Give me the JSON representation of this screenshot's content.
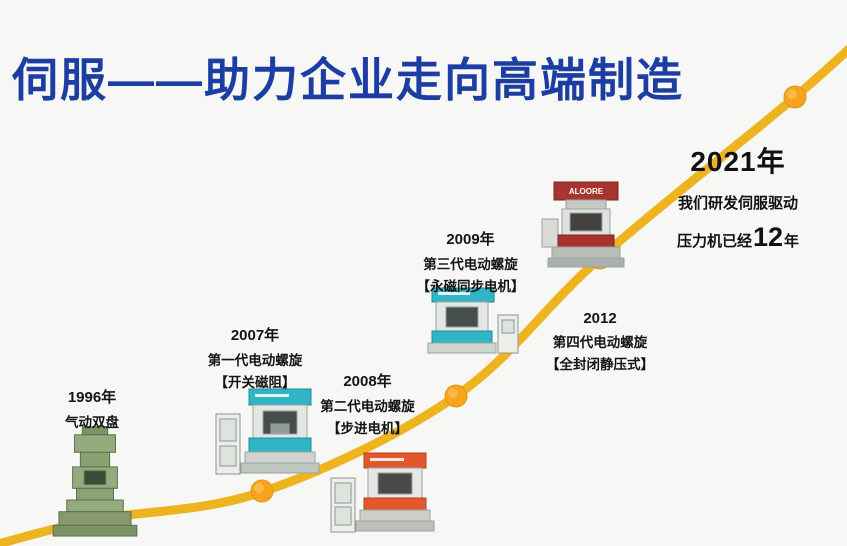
{
  "title": "伺服——助力企业走向高端制造",
  "colors": {
    "title_blue": "#1c3ea3",
    "curve_gold": "#edb41f",
    "dot_orange": "#f6a41d"
  },
  "milestones": [
    {
      "year": "1996年",
      "line1": "气动双盘",
      "line2": ""
    },
    {
      "year": "2007年",
      "line1": "第一代电动螺旋",
      "line2": "【开关磁阻】"
    },
    {
      "year": "2008年",
      "line1": "第二代电动螺旋",
      "line2": "【步进电机】"
    },
    {
      "year": "2009年",
      "line1": "第三代电动螺旋",
      "line2": "【永磁同步电机】"
    },
    {
      "year": "2012",
      "line1": "第四代电动螺旋",
      "line2": "【全封闭静压式】"
    }
  ],
  "finale": {
    "year": "2021年",
    "line1": "我们研发伺服驱动",
    "line2_prefix": "压力机已经",
    "line2_number": "12",
    "line2_suffix": "年"
  },
  "machine_logo": "ALOORE"
}
